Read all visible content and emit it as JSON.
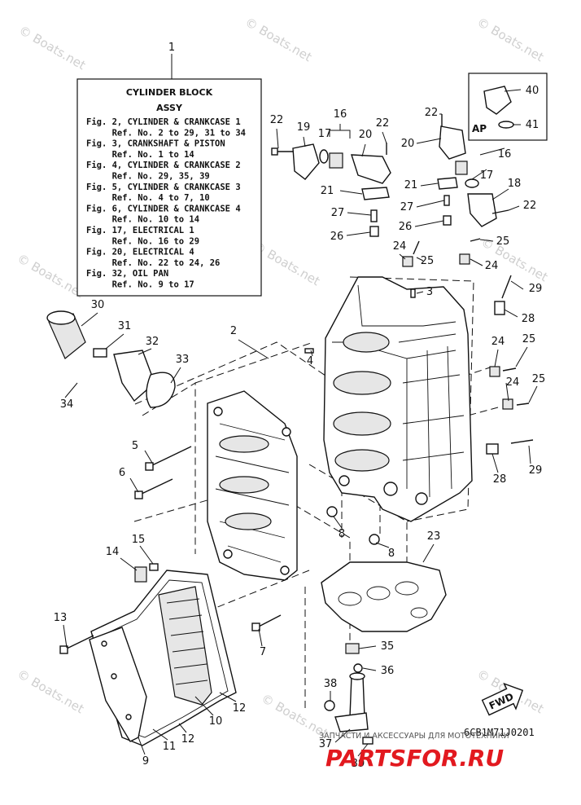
{
  "watermarks": [
    "© Boats.net",
    "© Boats.net",
    "© Boats.net",
    "© Boats.net",
    "© Boats.net",
    "© Boats.net",
    "© Boats.net",
    "© Boats.net",
    "© Boats.net"
  ],
  "legend": {
    "title_1": "CYLINDER BLOCK",
    "title_2": "ASSY",
    "lines": [
      "Fig. 2, CYLINDER & CRANKCASE 1",
      "     Ref. No. 2 to 29, 31 to 34",
      "Fig. 3, CRANKSHAFT & PISTON",
      "     Ref. No. 1 to 14",
      "Fig. 4, CYLINDER & CRANKCASE 2",
      "     Ref. No. 29, 35, 39",
      "Fig. 5, CYLINDER & CRANKCASE 3",
      "     Ref. No. 4 to 7, 10",
      "Fig. 6, CYLINDER & CRANKCASE 4",
      "     Ref. No. 10 to 14",
      "Fig. 17, ELECTRICAL 1",
      "     Ref. No. 16 to 29",
      "Fig. 20, ELECTRICAL 4",
      "     Ref. No. 22 to 24, 26",
      "Fig. 32, OIL PAN",
      "     Ref. No. 9 to 17"
    ]
  },
  "callouts": [
    "1",
    "2",
    "3",
    "4",
    "5",
    "6",
    "7",
    "8",
    "8",
    "9",
    "10",
    "11",
    "12",
    "12",
    "13",
    "14",
    "15",
    "16",
    "16",
    "17",
    "17",
    "18",
    "19",
    "20",
    "20",
    "21",
    "21",
    "22",
    "22",
    "22",
    "22",
    "23",
    "24",
    "24",
    "24",
    "24",
    "25",
    "25",
    "25",
    "25",
    "26",
    "26",
    "27",
    "27",
    "28",
    "28",
    "29",
    "29",
    "30",
    "31",
    "32",
    "33",
    "34",
    "35",
    "36",
    "37",
    "38",
    "39",
    "40",
    "41"
  ],
  "ap_label": "AP",
  "fwd_label": "FWD",
  "diagram_code": "6CB1M71J0201",
  "footer_ru": "ЗАПЧАСТИ И АКСЕССУАРЫ ДЛЯ МОТОТЕХНИКИ",
  "footer_brand": "PARTSFOR.RU"
}
